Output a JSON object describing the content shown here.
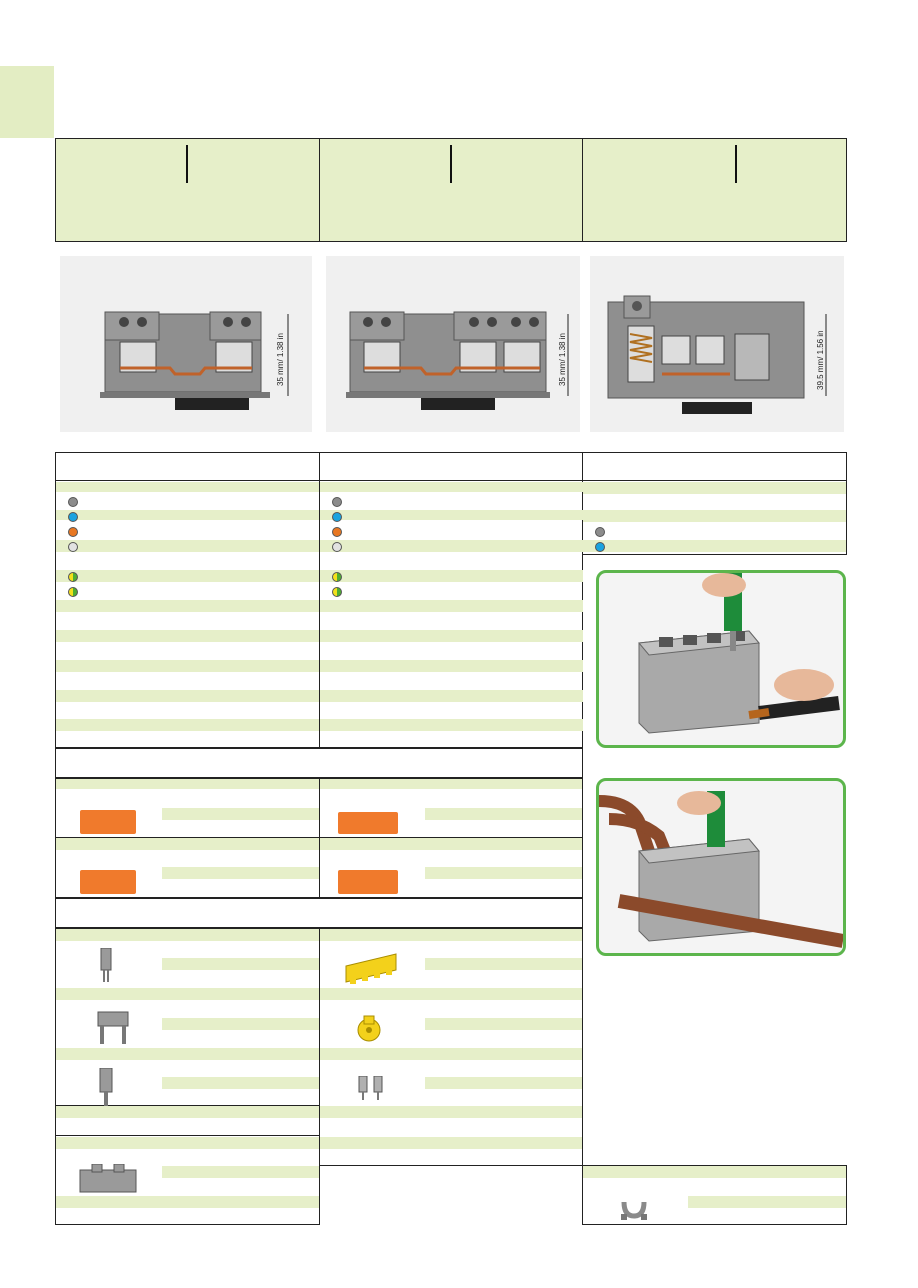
{
  "colors": {
    "green_tint": "#e6efc9",
    "gray_housing": "#8c8c8c",
    "blue_housing": "#1aa3e0",
    "orange_housing": "#e87722",
    "light_gray_housing": "#e2e2e2",
    "yellow_green": "#9bcf3a",
    "callout_border": "#5cb54c",
    "accessory_orange": "#f07a2c",
    "accessory_yellow": "#f3d11b"
  },
  "products": [
    {
      "dimension": "35 mm/ 1.38 in"
    },
    {
      "dimension": "35 mm/ 1.38 in"
    },
    {
      "dimension": "39.5 mm/ 1.56 in"
    }
  ],
  "icons": {
    "callout_1": "screwdriver-wire-insertion-icon",
    "callout_2": "copper-bar-insertion-icon",
    "accessory": [
      "end-plate-icon",
      "end-plate-icon",
      "end-plate-icon",
      "end-plate-icon",
      "jumper-icon",
      "comb-jumper-icon",
      "wide-jumper-icon",
      "marker-icon",
      "test-plug-icon",
      "test-plug-pair-icon",
      "end-stop-icon",
      "u-jumper-icon"
    ]
  }
}
